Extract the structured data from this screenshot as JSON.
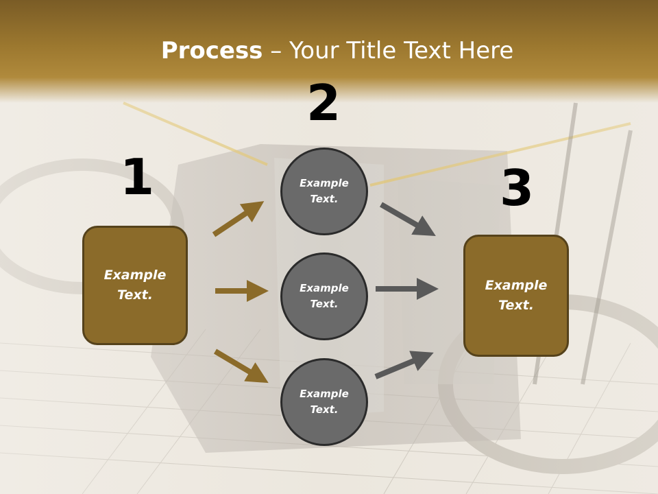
{
  "title": {
    "bold": "Process",
    "rest": " – Your Title Text Here"
  },
  "steps": {
    "one": {
      "number": "1",
      "box_text": "Example Text."
    },
    "two": {
      "number": "2",
      "circles": [
        "Example Text.",
        "Example Text.",
        "Example Text."
      ]
    },
    "three": {
      "number": "3",
      "box_text": "Example Text."
    }
  },
  "colors": {
    "header": "#9c782f",
    "box_fill": "#8b6b2a",
    "circle_fill": "#6a6a6a",
    "arrow_gold": "#8b6b2a",
    "arrow_gray": "#595959"
  }
}
